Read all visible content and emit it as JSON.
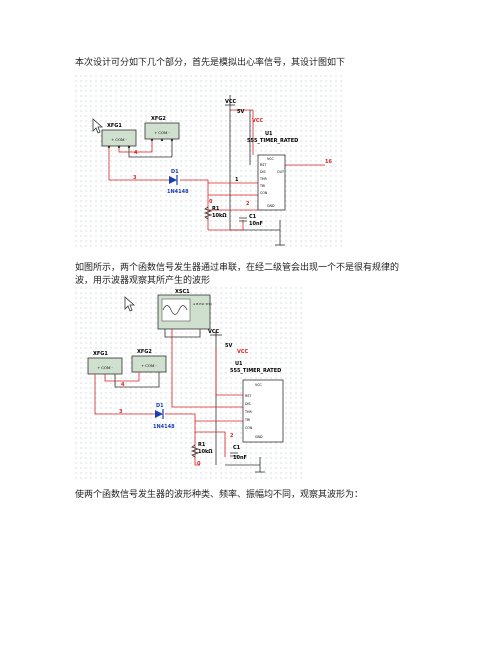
{
  "paragraphs": {
    "p1": "本次设计可分如下几个部分，首先是模拟出心率信号，其设计图如下",
    "p2_line1": "如图所示，两个函数信号发生器通过串联，在经二级管会出现一个不是很有规律的",
    "p2_line2": "波，用示波器观察其所产生的波形",
    "p3": "使两个函数信号发生器的波形种类、频率、振幅均不同，观察其波形为："
  },
  "figure1": {
    "vcc_label": "VCC",
    "supply_label": "5V",
    "vcc_net": "VCC",
    "u1_ref": "U1",
    "u1_name": "555_TIMER_RATED",
    "xfg1": "XFG1",
    "xfg2": "XFG2",
    "d1_ref": "D1",
    "d1_part": "1N4148",
    "r1_ref": "R1",
    "r1_value": "10kΩ",
    "c1_ref": "C1",
    "c1_value": "10nF",
    "net4": "4",
    "net3": "3",
    "net1": "1",
    "net0": "0",
    "net2": "2",
    "net16": "16",
    "pin_vcc": "VCC",
    "pin_rst": "RST",
    "pin_dis": "DIS",
    "pin_thr": "THR",
    "pin_tri": "TRI",
    "pin_con": "CON",
    "pin_out": "OUT",
    "pin_gnd": "GND",
    "fg_terms": "+ COM -"
  },
  "figure2": {
    "xsc1": "XSC1",
    "vcc_label": "VCC",
    "supply_label": "5V",
    "vcc_net": "VCC",
    "u1_ref": "U1",
    "u1_name": "555_TIMER_RATED",
    "xfg1": "XFG1",
    "xfg2": "XFG2",
    "d1_ref": "D1",
    "d1_part": "1N4148",
    "r1_ref": "R1",
    "r1_value": "10kΩ",
    "c1_ref": "C1",
    "c1_value": "10nF",
    "net4": "4",
    "net3": "3",
    "net2": "2",
    "net0": "0",
    "pin_vcc": "VCC",
    "pin_rst": "RST",
    "pin_dis": "DIS",
    "pin_thr": "THR",
    "pin_tri": "TRI",
    "pin_con": "CON",
    "pin_gnd": "GND",
    "fg_terms": "+ COM -",
    "scope_terms": "A   B   Ext Trig"
  }
}
